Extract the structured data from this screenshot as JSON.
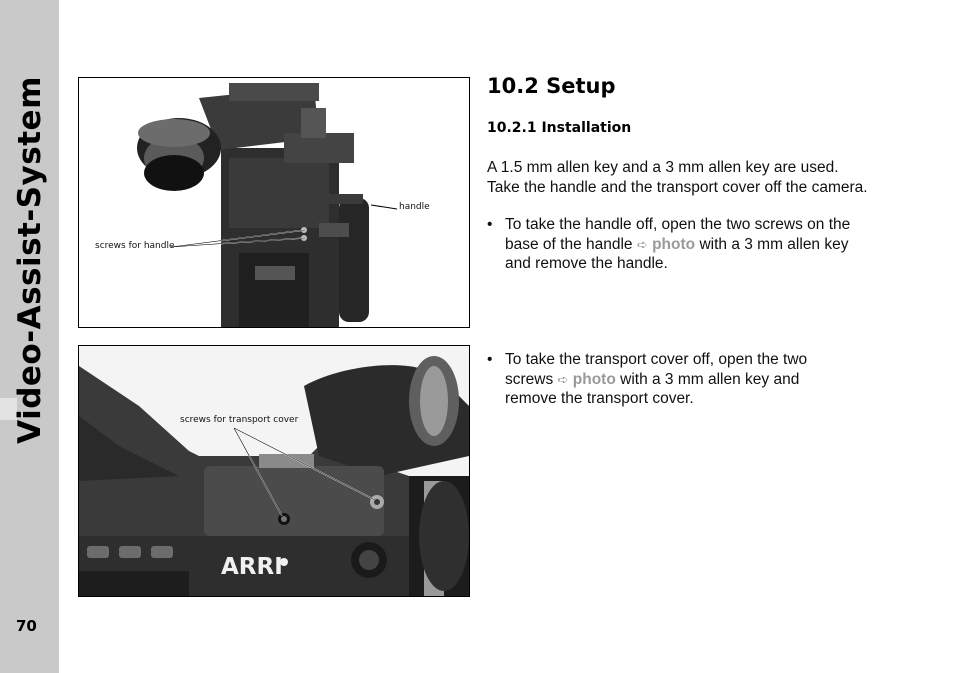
{
  "sidebar": {
    "title": "Video-Assist-System",
    "page_number": "70"
  },
  "section_title": "10.2 Setup",
  "subsection_title": "10.2.1 Installation",
  "intro": [
    "A 1.5 mm allen key and a 3 mm allen key are used.",
    "Take the handle and the transport cover off the camera."
  ],
  "bullets": [
    {
      "before": "To take the handle off, open the two screws on the base of the handle",
      "arrow": "➪",
      "ref": "photo",
      "after": "with a 3 mm allen key and remove the handle."
    },
    {
      "before": "To take the transport cover off, open the two screws",
      "arrow": "➪",
      "ref": "photo",
      "after": "with a 3 mm allen key and remove the transport cover."
    }
  ],
  "photo1": {
    "callout_handle": "handle",
    "callout_screws": "screws for handle"
  },
  "photo2": {
    "callout_screws": "screws for transport cover",
    "brand_logo": "ARRI"
  }
}
